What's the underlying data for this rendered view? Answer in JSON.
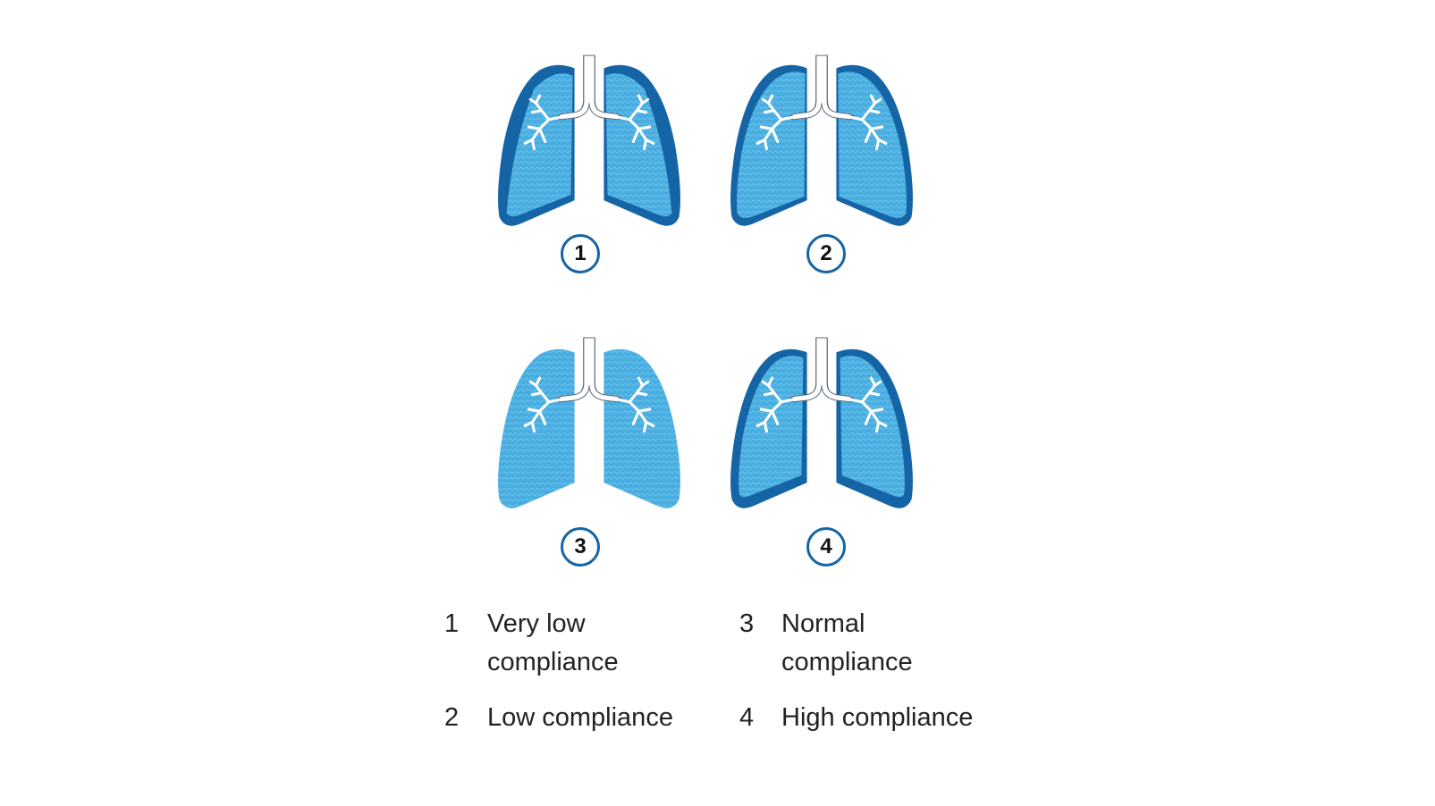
{
  "panels": [
    {
      "number": "1",
      "state": "very-low"
    },
    {
      "number": "2",
      "state": "low"
    },
    {
      "number": "3",
      "state": "normal"
    },
    {
      "number": "4",
      "state": "high"
    }
  ],
  "legend": [
    {
      "number": "1",
      "line1": "Very low",
      "line2": "compliance"
    },
    {
      "number": "2",
      "line1": "Low compliance",
      "line2": ""
    },
    {
      "number": "3",
      "line1": "Normal",
      "line2": "compliance"
    },
    {
      "number": "4",
      "line1": "High compliance",
      "line2": ""
    }
  ],
  "colors": {
    "dark_blue": "#1565a6",
    "mid_blue": "#2c8bd0",
    "light_blue": "#4fb2e3",
    "airway": "#ffffff",
    "badge_border": "#1565a6"
  }
}
